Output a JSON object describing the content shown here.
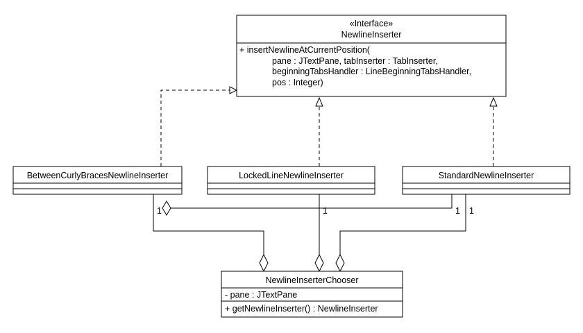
{
  "interface": {
    "stereotype": "«Interface»",
    "name": "NewlineInserter",
    "operation_lines": [
      "+ insertNewlineAtCurrentPosition(",
      "pane : JTextPane, tabInserter : TabInserter,",
      "beginningTabsHandler : LineBeginningTabsHandler,",
      "pos : Integer)"
    ]
  },
  "classes": {
    "between": {
      "name": "BetweenCurlyBracesNewlineInserter"
    },
    "locked": {
      "name": "LockedLineNewlineInserter"
    },
    "standard": {
      "name": "StandardNewlineInserter"
    }
  },
  "chooser": {
    "name": "NewlineInserterChooser",
    "attribute": "- pane : JTextPane",
    "operation": "+ getNewlineInserter() : NewlineInserter"
  },
  "multiplicities": {
    "between_to_chooser": "1",
    "locked_to_chooser": "1",
    "standard_to_between": "1",
    "standard_to_chooser": "1"
  }
}
